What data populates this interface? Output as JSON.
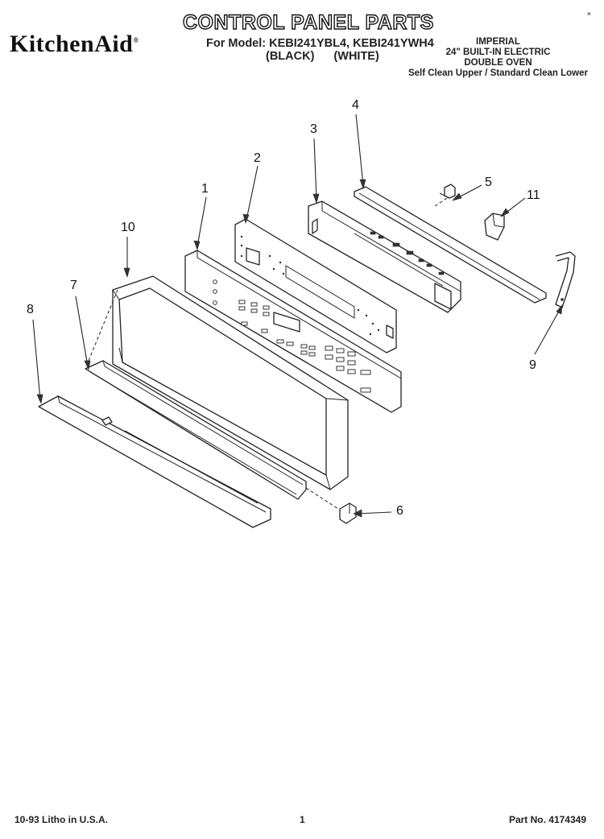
{
  "header": {
    "brand": "KitchenAid",
    "title": "CONTROL PANEL PARTS",
    "model_line": "For Model: KEBI241YBL4, KEBI241YWH4",
    "color_line": "(BLACK) (WHITE)",
    "info_lines": [
      "IMPERIAL",
      "24\" BUILT-IN ELECTRIC",
      "DOUBLE OVEN",
      "Self Clean Upper / Standard Clean Lower"
    ]
  },
  "callouts": {
    "c1": "1",
    "c2": "2",
    "c3": "3",
    "c4": "4",
    "c5": "5",
    "c6": "6",
    "c7": "7",
    "c8": "8",
    "c9": "9",
    "c10": "10",
    "c11": "11"
  },
  "footer": {
    "left": "10-93 Litho in U.S.A.",
    "center": "1",
    "right": "Part No. 4174349"
  }
}
